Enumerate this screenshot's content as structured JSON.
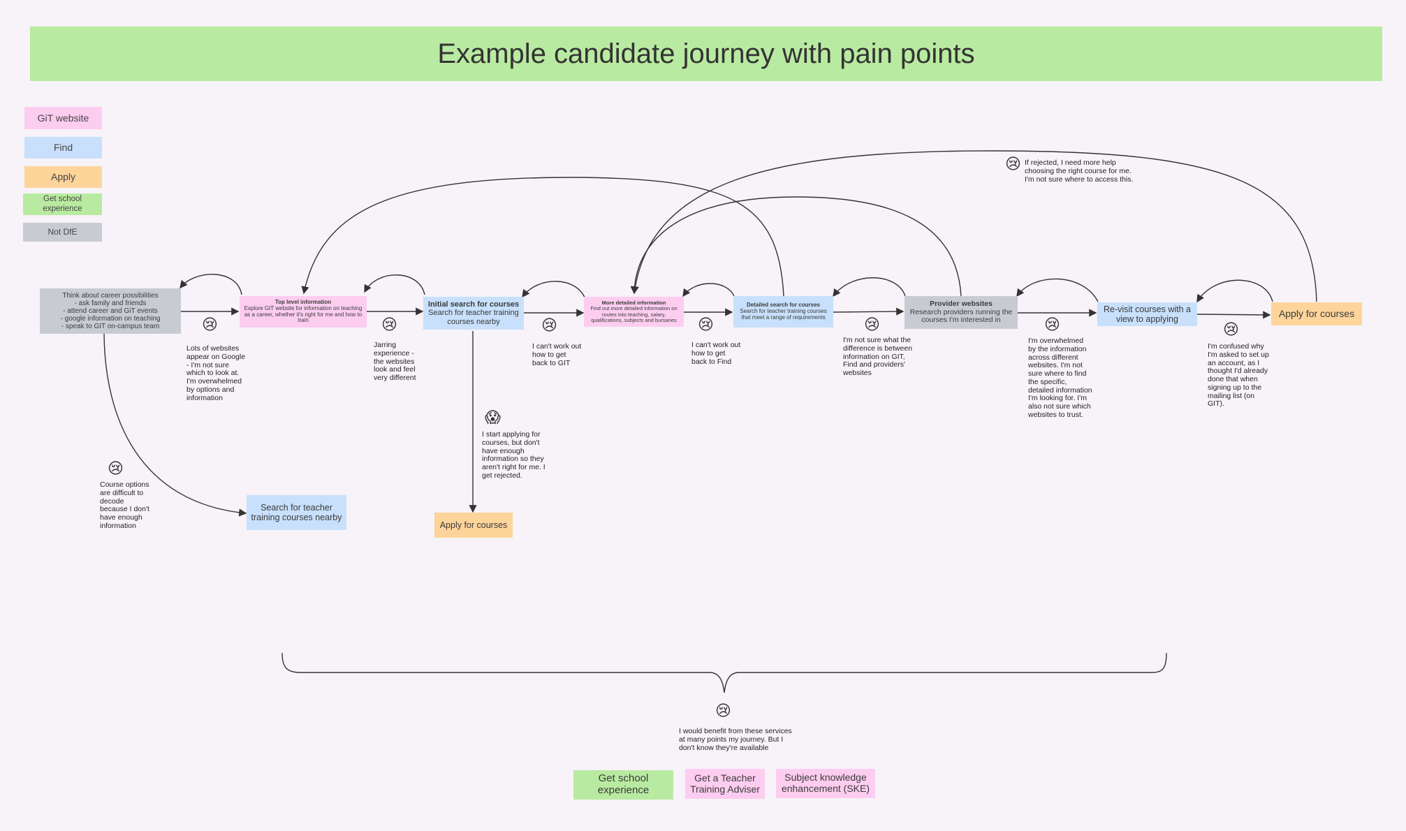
{
  "title": "Example candidate journey with pain points",
  "legend": {
    "git": "GiT website",
    "find": "Find",
    "apply": "Apply",
    "school": "Get school experience",
    "notdfe": "Not DfE"
  },
  "steps": {
    "think": {
      "body": "Think about career possibilities\n- ask family and friends\n- attend career and GiT events\n- google information on teaching\n- speak to GIT on-campus team"
    },
    "top_level": {
      "title": "Top level information",
      "body": "Explore GIT website for information on teaching as a career, whether it's right for me and how to train"
    },
    "initial_search": {
      "title": "Initial search for courses",
      "body": "Search for teacher training courses nearby"
    },
    "more_detailed": {
      "title": "More detailed information",
      "body": "Find out more detailed information on routes into teaching, salary, qualifications, subjects and bursaries"
    },
    "detailed_search": {
      "title": "Detailed search for courses",
      "body": "Search for teacher training courses that meet a range of requirements"
    },
    "provider": {
      "title": "Provider websites",
      "body": "Research providers running the courses I'm interested in"
    },
    "revisit": {
      "body": "Re-visit courses with a view to applying"
    },
    "apply_final": {
      "body": "Apply for courses"
    },
    "search_nearby": {
      "body": "Search for teacher training courses nearby"
    },
    "apply_early": {
      "body": "Apply for courses"
    }
  },
  "pain_points": {
    "p1": "Lots of websites appear on Google - I'm not sure which to look at. I'm overwhelmed by options and information",
    "p2": "Jarring experience - the websites look and feel very different",
    "p3": "I can't work out how to get back to GIT",
    "p4": "I can't work out how to get back to Find",
    "p5": "I'm not sure what the difference is between information on GIT, Find and providers' websites",
    "p6": "I'm overwhelmed by the information across different websites. I'm not sure where to find the specific, detailed information I'm looking for. I'm also not sure which websites to trust.",
    "p7": "I'm confused why I'm asked to set up an account, as I thought I'd already done that when signing up to the mailing list (on GIT).",
    "p8": "If rejected, I need more help choosing the right course for me. I'm not sure where to access this.",
    "p9": "I start applying for courses, but don't have enough information so they aren't right for me. I get rejected.",
    "p10": "Course options are difficult to decode because I don't have enough information",
    "p11": "I would benefit from these services at many points my journey. But I don't know they're available"
  },
  "emoji": {
    "sad": "😢",
    "scream": "😱"
  },
  "services": {
    "school": "Get school experience",
    "adviser": "Get a Teacher Training Adviser",
    "ske": "Subject knowledge enhancement (SKE)"
  },
  "colors": {
    "git": "#fdcdf0",
    "find": "#c8e0fb",
    "apply": "#fdd49a",
    "school": "#b9eaa1",
    "notdfe": "#c8ccd2",
    "background": "#f7f3f9"
  }
}
